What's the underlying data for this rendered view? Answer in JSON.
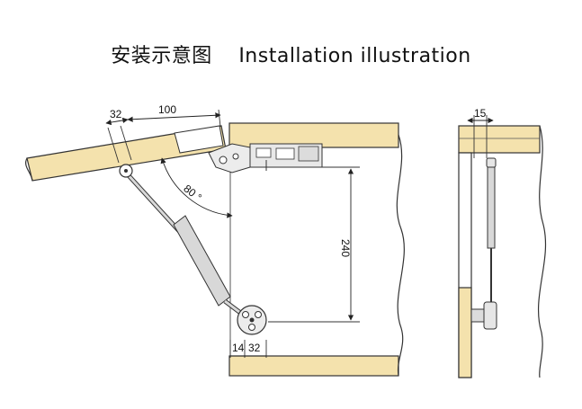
{
  "title": {
    "chinese": "安装示意图",
    "english": "Installation illustration"
  },
  "dimensions": {
    "offset_top": "32",
    "arm_length": "100",
    "angle": "80 °",
    "height": "240",
    "bottom_left": "14",
    "bottom_right": "32",
    "side_width": "15"
  },
  "colors": {
    "wood": "#f4e2ad",
    "line": "#3a3a3a",
    "metal": "#d8d8d8",
    "background": "#ffffff"
  }
}
